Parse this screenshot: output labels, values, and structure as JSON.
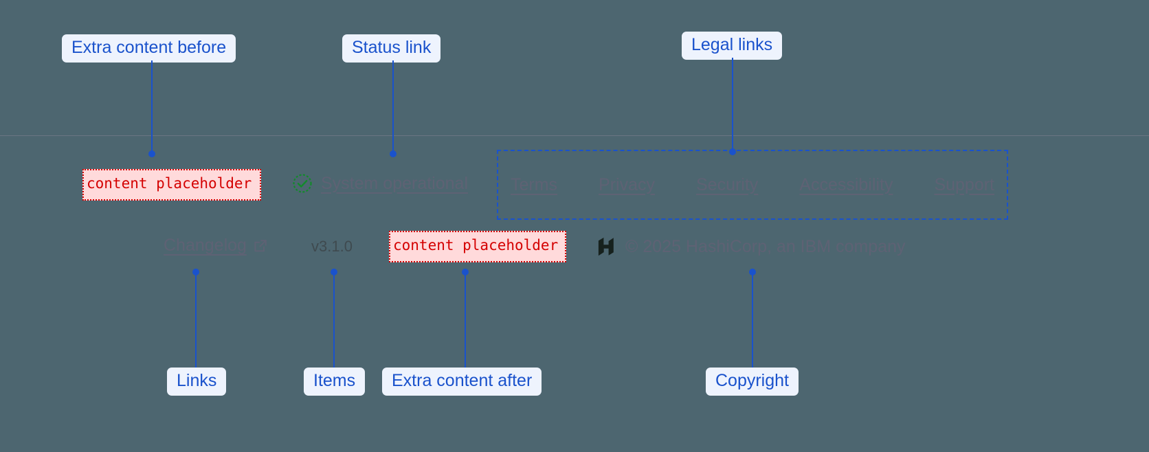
{
  "theme": {
    "background": "#4d6670",
    "divider": "#6b7683",
    "annotation_accent": "#1a52cc",
    "annotation_label_bg": "#eef3fd",
    "placeholder_text": "#d40000",
    "placeholder_bg": "#ffdadb",
    "muted_text": "#5e6274",
    "status_ok": "#128a2b"
  },
  "footer": {
    "placeholders": {
      "before": "content placeholder",
      "after": "content placeholder"
    },
    "status": {
      "icon": "check-circle-icon",
      "label": "System operational"
    },
    "legal_links": [
      {
        "label": "Terms"
      },
      {
        "label": "Privacy"
      },
      {
        "label": "Security"
      },
      {
        "label": "Accessibility"
      },
      {
        "label": "Support"
      }
    ],
    "links": [
      {
        "label": "Changelog",
        "icon": "external-link-icon"
      }
    ],
    "items": [
      {
        "label": "v3.1.0"
      }
    ],
    "copyright": {
      "logo": "hashicorp-logo",
      "text": "© 2025 HashiCorp, an IBM company"
    }
  },
  "annotations": [
    {
      "id": "extra-content-before",
      "label": "Extra content before"
    },
    {
      "id": "status-link",
      "label": "Status link"
    },
    {
      "id": "legal-links",
      "label": "Legal links"
    },
    {
      "id": "links",
      "label": "Links"
    },
    {
      "id": "items",
      "label": "Items"
    },
    {
      "id": "extra-content-after",
      "label": "Extra content after"
    },
    {
      "id": "copyright",
      "label": "Copyright"
    }
  ]
}
